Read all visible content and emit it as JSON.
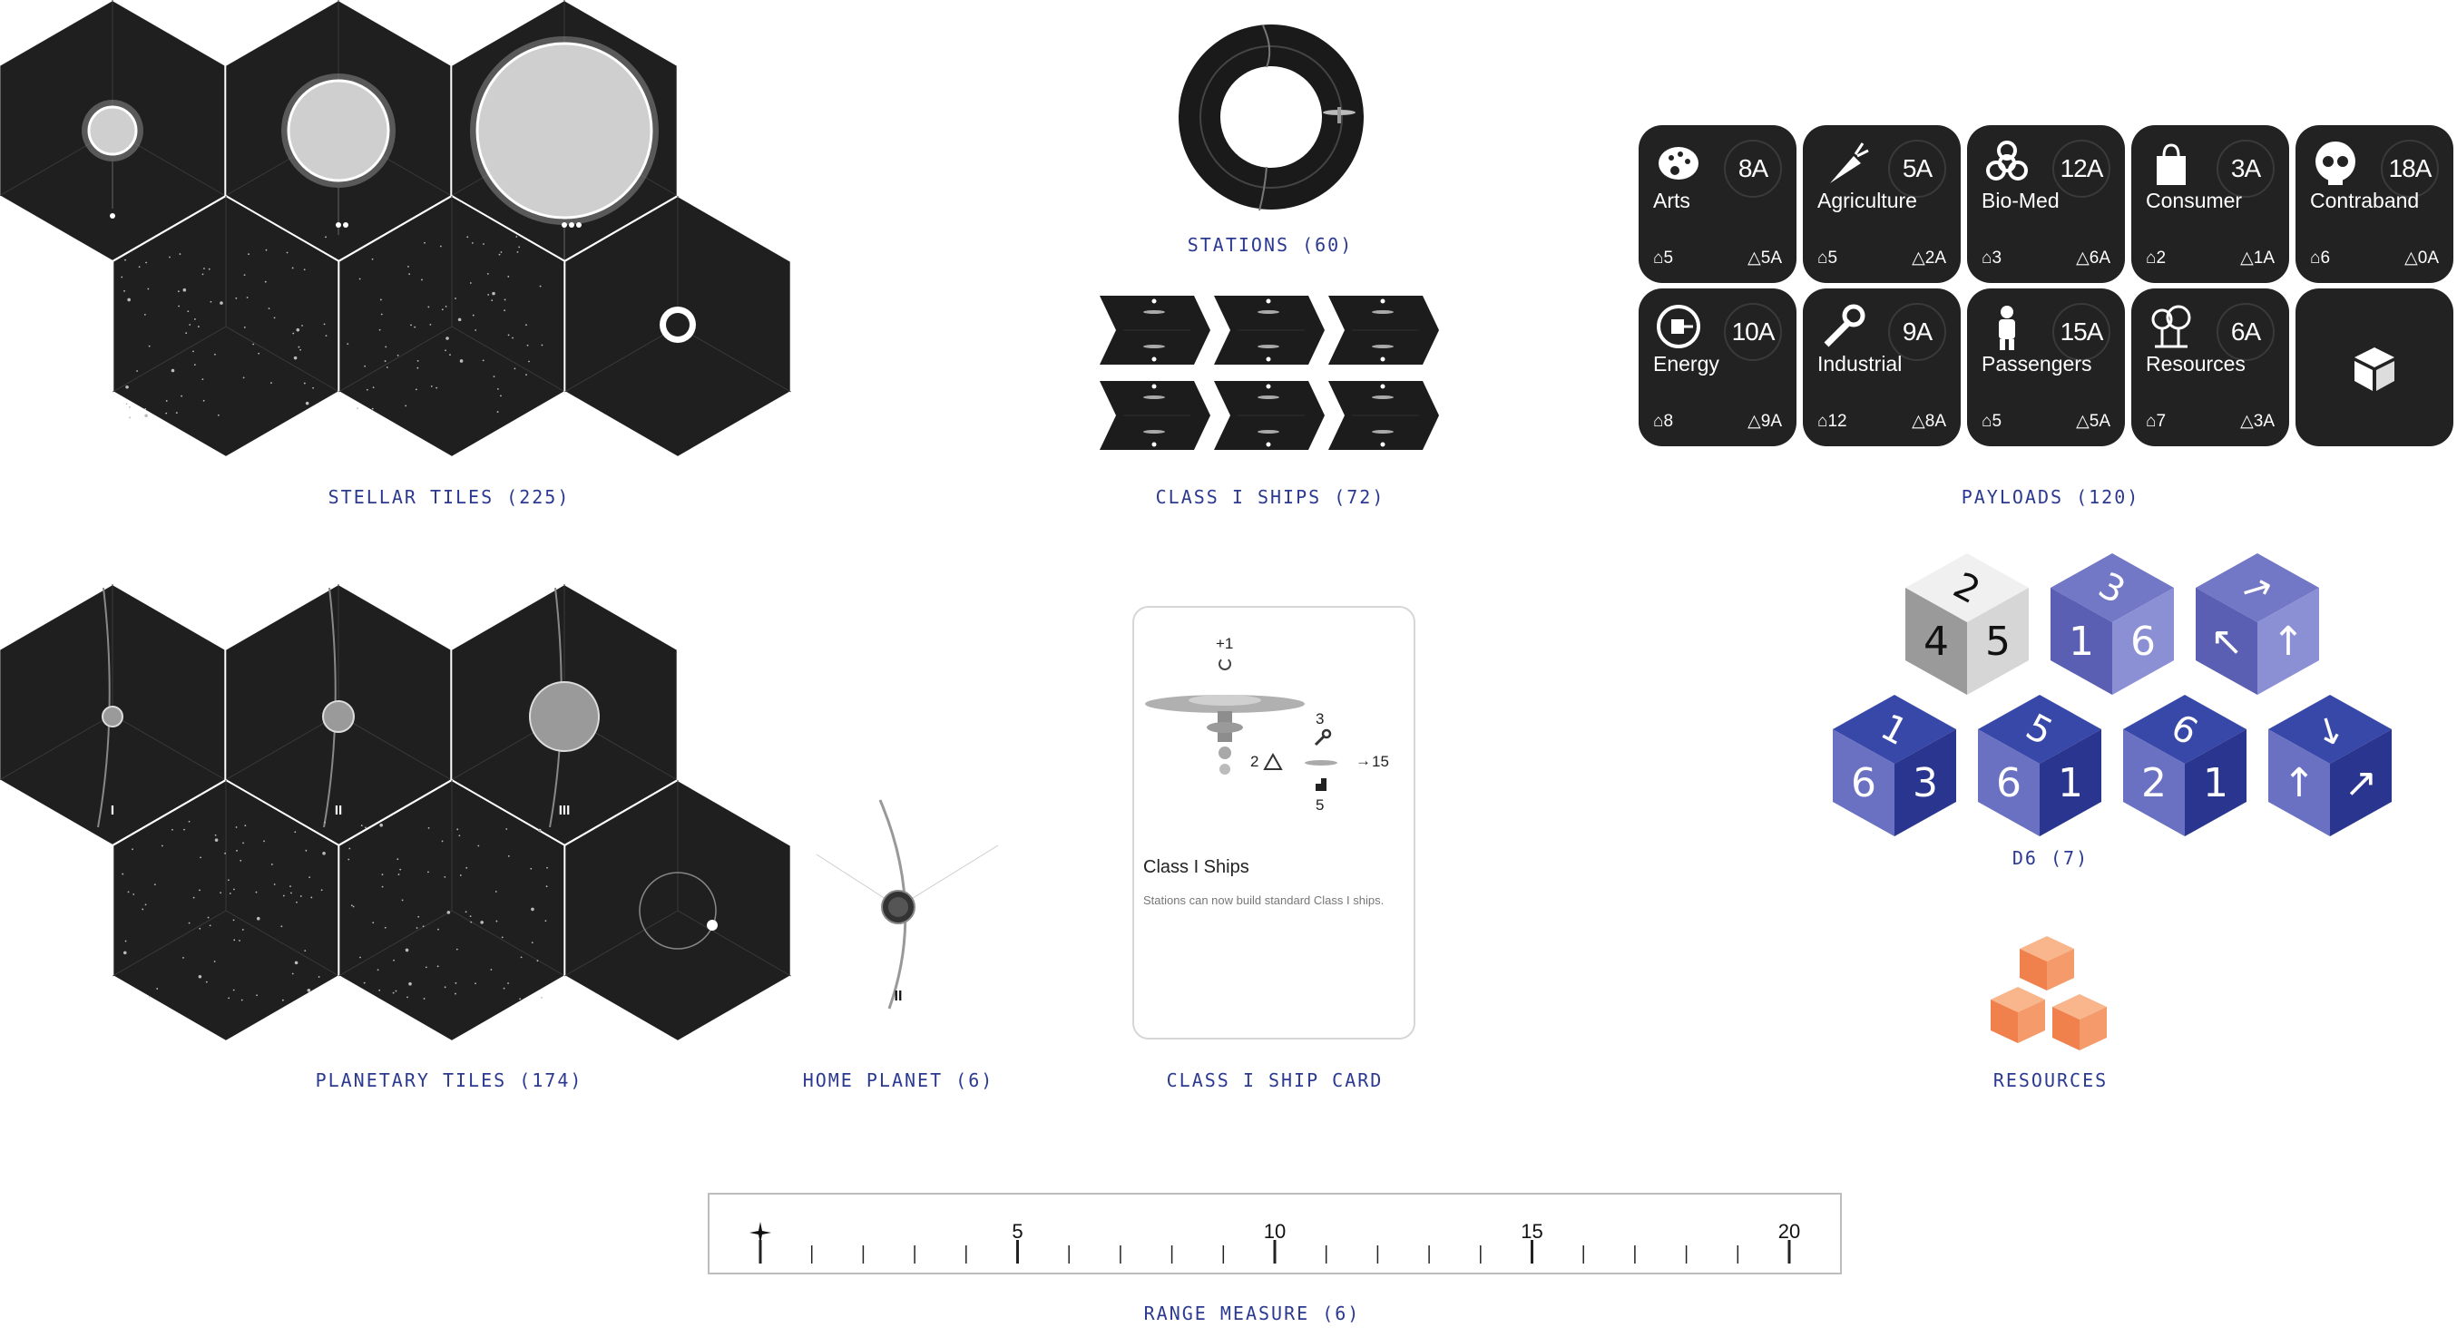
{
  "sections": {
    "stellar_tiles": "STELLAR TILES (225)",
    "stations": "STATIONS (60)",
    "class_i_ships": "CLASS I SHIPS (72)",
    "payloads": "PAYLOADS (120)",
    "planetary_tiles": "PLANETARY TILES (174)",
    "home_planet": "HOME PLANET (6)",
    "class_i_ship_card": "CLASS I SHIP CARD",
    "d6": "D6 (7)",
    "resources": "RESOURCES",
    "range_measure": "RANGE MEASURE (6)"
  },
  "planetary_marks": [
    "I",
    "II",
    "III"
  ],
  "home_planet_mark": "II",
  "payloads": [
    {
      "name": "Arts",
      "cost": "8A",
      "volume": "5",
      "risk": "5A",
      "icon": "palette-icon"
    },
    {
      "name": "Agriculture",
      "cost": "5A",
      "volume": "5",
      "risk": "2A",
      "icon": "carrot-icon"
    },
    {
      "name": "Bio-Med",
      "cost": "12A",
      "volume": "3",
      "risk": "6A",
      "icon": "biohazard-icon"
    },
    {
      "name": "Consumer",
      "cost": "3A",
      "volume": "2",
      "risk": "1A",
      "icon": "shopping-bag-icon"
    },
    {
      "name": "Contraband",
      "cost": "18A",
      "volume": "6",
      "risk": "0A",
      "icon": "skull-icon"
    },
    {
      "name": "Energy",
      "cost": "10A",
      "volume": "8",
      "risk": "9A",
      "icon": "plug-icon"
    },
    {
      "name": "Industrial",
      "cost": "9A",
      "volume": "12",
      "risk": "8A",
      "icon": "wrench-icon"
    },
    {
      "name": "Passengers",
      "cost": "15A",
      "volume": "5",
      "risk": "5A",
      "icon": "person-icon"
    },
    {
      "name": "Resources",
      "cost": "6A",
      "volume": "7",
      "risk": "3A",
      "icon": "trees-icon"
    }
  ],
  "ship_card": {
    "title": "Class I Ships",
    "description": "Stations can now build standard Class I ships.",
    "stat_top": "+1",
    "stat_repair": "3",
    "stat_recycle": "2",
    "stat_range": "15",
    "stat_cargo": "5"
  },
  "dice": [
    {
      "top": "2",
      "left": "4",
      "right": "5",
      "style": "grey"
    },
    {
      "top": "3",
      "left": "1",
      "right": "6",
      "style": "light"
    },
    {
      "top": "↗",
      "left": "↖",
      "right": "↑",
      "style": "light"
    },
    {
      "top": "1",
      "left": "6",
      "right": "3",
      "style": "dark"
    },
    {
      "top": "5",
      "left": "6",
      "right": "1",
      "style": "dark"
    },
    {
      "top": "6",
      "left": "2",
      "right": "1",
      "style": "dark"
    },
    {
      "top": "↘",
      "left": "↑",
      "right": "↗",
      "style": "dark"
    }
  ],
  "ruler": {
    "labels": [
      "5",
      "10",
      "15",
      "20"
    ],
    "start_icon": "star-icon"
  },
  "colors": {
    "caption": "#2b3990",
    "tile": "#1f1f1f",
    "payload": "#222222",
    "die_dark_top": "#3848a8",
    "die_light_top": "#7378c6",
    "resource": "#f0814d"
  }
}
